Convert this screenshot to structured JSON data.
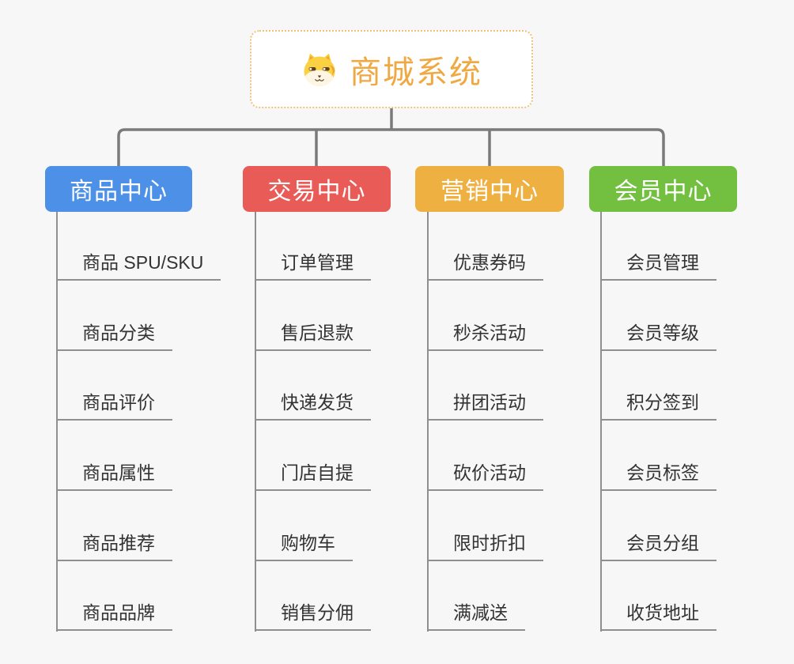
{
  "root": {
    "title": "商城系统",
    "icon": "dog-face-icon"
  },
  "branches": [
    {
      "id": "product-center",
      "label": "商品中心",
      "color": "#4C90E8",
      "children": [
        "商品 SPU/SKU",
        "商品分类",
        "商品评价",
        "商品属性",
        "商品推荐",
        "商品品牌"
      ]
    },
    {
      "id": "trade-center",
      "label": "交易中心",
      "color": "#E85B57",
      "children": [
        "订单管理",
        "售后退款",
        "快递发货",
        "门店自提",
        "购物车",
        "销售分佣"
      ]
    },
    {
      "id": "marketing-center",
      "label": "营销中心",
      "color": "#EFB042",
      "children": [
        "优惠券码",
        "秒杀活动",
        "拼团活动",
        "砍价活动",
        "限时折扣",
        "满减送"
      ]
    },
    {
      "id": "member-center",
      "label": "会员中心",
      "color": "#73C041",
      "children": [
        "会员管理",
        "会员等级",
        "积分签到",
        "会员标签",
        "会员分组",
        "收货地址"
      ]
    }
  ],
  "colors": {
    "background": "#F7F7F7",
    "root_text": "#F0A843",
    "root_border": "#EFC178",
    "connector": "#7A7A7A",
    "child_line": "#8F8F8F",
    "child_text": "#333333"
  }
}
